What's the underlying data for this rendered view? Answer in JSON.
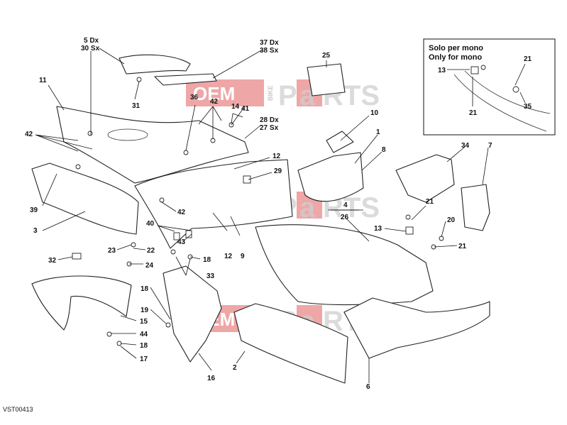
{
  "diagram": {
    "code": "VST00413",
    "inset": {
      "line1": "Solo per mono",
      "line2": "Only for mono"
    },
    "watermark": {
      "brand": "OEM",
      "side": "BIKE",
      "word_a": "P",
      "word_b": "a",
      "word_c": "RTS"
    },
    "callouts": {
      "c5dx": "5 Dx",
      "c30sx": "30 Sx",
      "c37dx": "37 Dx",
      "c38sx": "38 Sx",
      "c25": "25",
      "c11": "11",
      "c31": "31",
      "c36": "36",
      "c42a": "42",
      "c14": "14",
      "c41": "41",
      "c28dx": "28 Dx",
      "c27sx": "27 Sx",
      "c10": "10",
      "c1": "1",
      "c42b": "42",
      "c8": "8",
      "c34": "34",
      "c7": "7",
      "c12a": "12",
      "c29": "29",
      "c39": "39",
      "c42c": "42",
      "c4": "4",
      "c26": "26",
      "c21a": "21",
      "c3": "3",
      "c40": "40",
      "c43": "43",
      "c13a": "13",
      "c20": "20",
      "c21b": "21",
      "c23": "23",
      "c22": "22",
      "c12b": "12",
      "c9": "9",
      "c24": "24",
      "c18a": "18",
      "c32": "32",
      "c33": "33",
      "c18b": "18",
      "c19": "19",
      "c15": "15",
      "c44": "44",
      "c18c": "18",
      "c17": "17",
      "c16": "16",
      "c2": "2",
      "c6": "6",
      "c13b": "13",
      "c21c": "21",
      "c21d": "21",
      "c35": "35"
    }
  }
}
